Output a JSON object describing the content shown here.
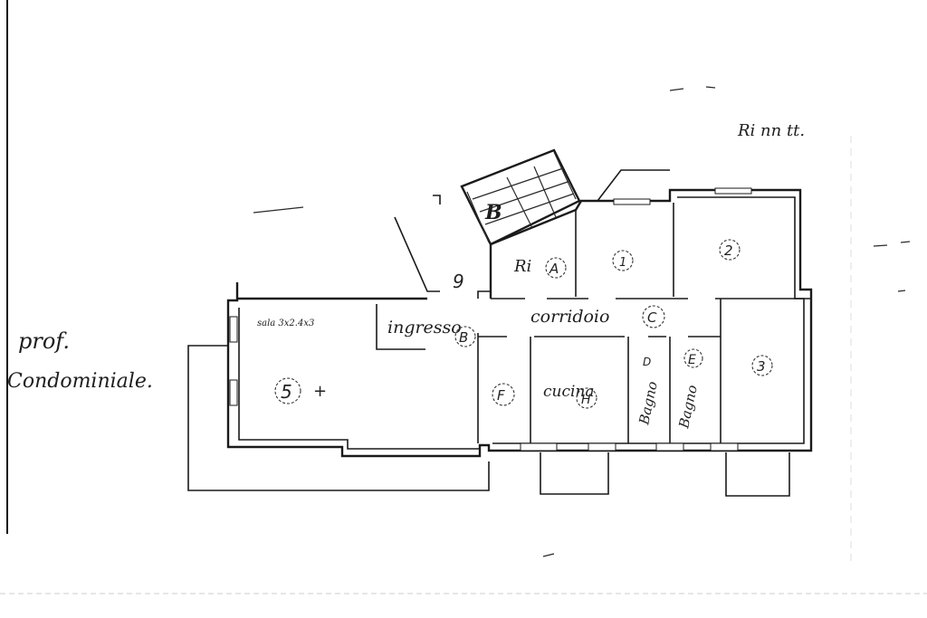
{
  "plan": {
    "side_note_line1": "prof.",
    "side_note_line2": "Condominiale.",
    "top_right_note": "Ri nn tt.",
    "stair_marker": "9",
    "stair_label": "B",
    "rooms": [
      {
        "id": "A",
        "label": "Ri",
        "marker": "A"
      },
      {
        "id": "room-1",
        "label": "",
        "marker": "1"
      },
      {
        "id": "room-2",
        "label": "",
        "marker": "2"
      },
      {
        "id": "B",
        "label": "ingresso",
        "marker": "B"
      },
      {
        "id": "C",
        "label": "corridoio",
        "marker": "C"
      },
      {
        "id": "room-3",
        "label": "",
        "marker": "3"
      },
      {
        "id": "room-5",
        "label": "",
        "marker": "5"
      },
      {
        "id": "F",
        "label": "",
        "marker": "F"
      },
      {
        "id": "H",
        "label": "cucina",
        "marker": "H"
      },
      {
        "id": "D",
        "label": "Bagno",
        "marker": "D"
      },
      {
        "id": "E",
        "label": "Bagno",
        "marker": "E"
      }
    ],
    "room5_note": "sala 3x2.4x3",
    "cross_mark": "+"
  }
}
